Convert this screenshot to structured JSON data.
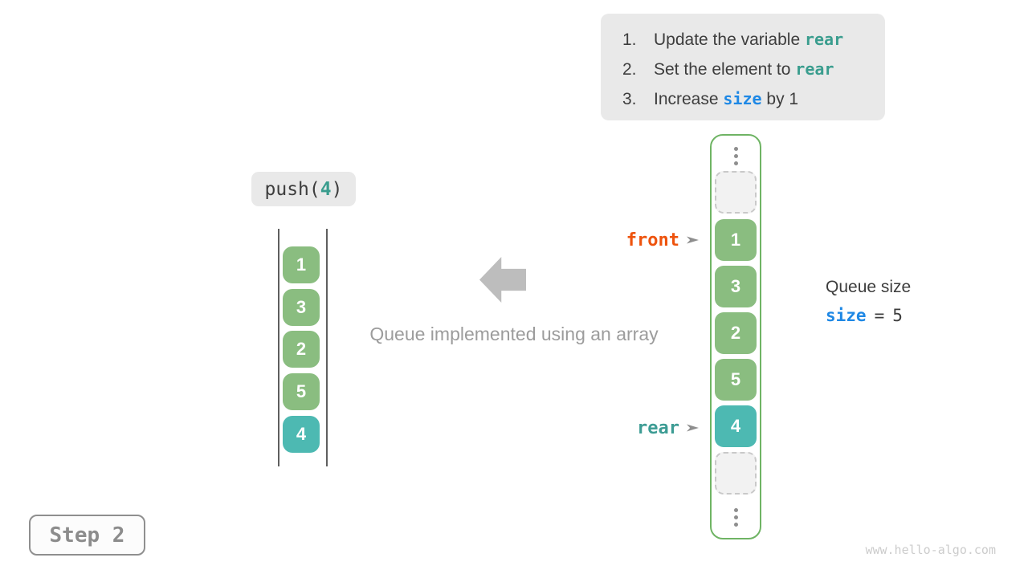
{
  "colors": {
    "canvas-bg": "#ffffff",
    "panel-bg": "#e9e9e9",
    "text-dark": "#3d3d3d",
    "code-teal": "#3a9d8e",
    "code-blue": "#1e88e5",
    "front-orange": "#ee530d",
    "rear-teal": "#3d9c94",
    "cell-green": "#8abd80",
    "cell-teal": "#4db9b2",
    "cell-text": "#ffffff",
    "array-border": "#6fb464",
    "dash-border": "#c9c9c9",
    "dash-bg": "#f2f2f2",
    "wall-gray": "#5f5f5f",
    "arrow-gray": "#bdbdbd",
    "caption-gray": "#9c9c9c",
    "dot-gray": "#8e8e8e",
    "step-text": "#8c8c8c",
    "step-border": "#8f8f8f",
    "step-bg": "#fcfcfc",
    "watermark-gray": "#cccccc"
  },
  "instructions": {
    "items": [
      {
        "num": "1.",
        "pre": "Update the variable ",
        "code": "rear",
        "post": ""
      },
      {
        "num": "2.",
        "pre": "Set the element to ",
        "code": "rear",
        "post": ""
      },
      {
        "num": "3.",
        "pre": "Increase ",
        "code": "size",
        "post": " by 1"
      }
    ]
  },
  "push_call": {
    "fn": "push(",
    "arg": "4",
    "close": ")"
  },
  "left_queue": {
    "values": [
      "1",
      "3",
      "2",
      "5",
      "4"
    ]
  },
  "caption": "Queue implemented using an array",
  "array_cells": {
    "values": [
      "1",
      "3",
      "2",
      "5",
      "4"
    ]
  },
  "pointers": {
    "front_label": "front",
    "rear_label": "rear"
  },
  "icons": {
    "pointer_arrow": "right-arrowhead",
    "vertical_ellipsis": "three-dots",
    "flow_arrow": "left-block-arrow"
  },
  "queue_size": {
    "title": "Queue size",
    "variable": "size",
    "equals": "=",
    "value": "5"
  },
  "step_label": "Step 2",
  "watermark": "www.hello-algo.com"
}
